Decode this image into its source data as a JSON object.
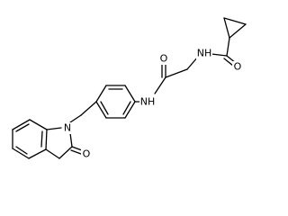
{
  "atoms": {
    "amide_nh_right": "NH",
    "amide_o_right": "O",
    "amide_o_middle": "O",
    "amide_nh_middle": "NH",
    "indoline_n": "N",
    "lactam_o": "O"
  }
}
